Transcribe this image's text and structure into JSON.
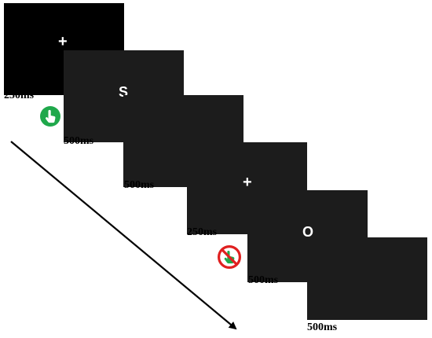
{
  "trials": [
    {
      "symbol": "+",
      "duration": "250ms"
    },
    {
      "symbol": "S",
      "duration": "500ms"
    },
    {
      "symbol": "",
      "duration": "500ms"
    },
    {
      "symbol": "+",
      "duration": "250ms"
    },
    {
      "symbol": "O",
      "duration": "500ms"
    },
    {
      "symbol": "",
      "duration": "500ms"
    }
  ],
  "icons": {
    "go": {
      "name": "go-hand-icon",
      "color": "#1fa84b"
    },
    "nogo": {
      "name": "nogo-hand-icon",
      "ring_color": "#e02020",
      "hand_color": "#1fa84b"
    }
  },
  "colors": {
    "screen_first": "#000000",
    "screen": "#1c1c1c",
    "symbol": "#ffffff",
    "arrow": "#000000"
  }
}
